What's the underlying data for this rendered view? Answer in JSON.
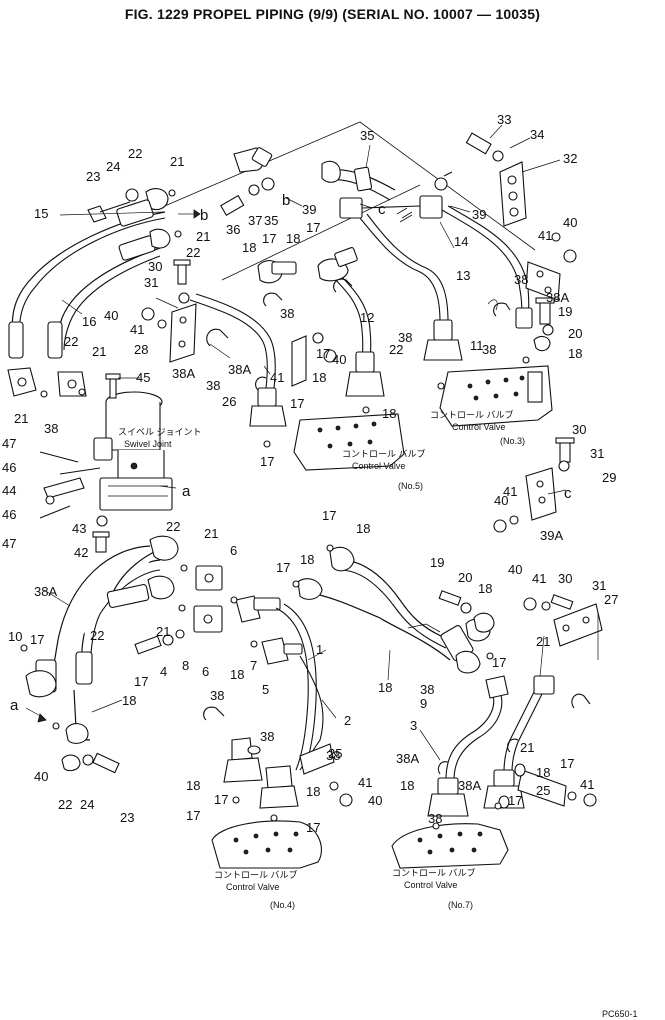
{
  "title": "FIG. 1229  PROPEL PIPING (9/9) (SERIAL NO. 10007 — 10035)",
  "page_code": "PC650-1",
  "labels": [
    {
      "text": "33"
    },
    {
      "text": "34"
    },
    {
      "text": "32"
    },
    {
      "text": "35"
    },
    {
      "text": "22"
    },
    {
      "text": "24"
    },
    {
      "text": "21"
    },
    {
      "text": "23"
    },
    {
      "text": "15"
    },
    {
      "text": "b"
    },
    {
      "text": "21"
    },
    {
      "text": "36"
    },
    {
      "text": "37"
    },
    {
      "text": "35"
    },
    {
      "text": "b"
    },
    {
      "text": "39"
    },
    {
      "text": "c"
    },
    {
      "text": "39"
    },
    {
      "text": "40"
    },
    {
      "text": "41"
    },
    {
      "text": "14"
    },
    {
      "text": "22"
    },
    {
      "text": "18"
    },
    {
      "text": "17"
    },
    {
      "text": "18"
    },
    {
      "text": "17"
    },
    {
      "text": "30"
    },
    {
      "text": "31"
    },
    {
      "text": "38"
    },
    {
      "text": "13"
    },
    {
      "text": "38A"
    },
    {
      "text": "16"
    },
    {
      "text": "40"
    },
    {
      "text": "41"
    },
    {
      "text": "38"
    },
    {
      "text": "19"
    },
    {
      "text": "12"
    },
    {
      "text": "28"
    },
    {
      "text": "38"
    },
    {
      "text": "20"
    },
    {
      "text": "22"
    },
    {
      "text": "21"
    },
    {
      "text": "40"
    },
    {
      "text": "38"
    },
    {
      "text": "18"
    },
    {
      "text": "38A"
    },
    {
      "text": "38"
    },
    {
      "text": "11"
    },
    {
      "text": "38A"
    },
    {
      "text": "41"
    },
    {
      "text": "45"
    },
    {
      "text": "18"
    },
    {
      "text": "17"
    },
    {
      "text": "22"
    },
    {
      "text": "21"
    },
    {
      "text": "38"
    },
    {
      "text": "26"
    },
    {
      "text": "17"
    },
    {
      "text": "18"
    },
    {
      "text": "47"
    },
    {
      "text": "46"
    },
    {
      "text": "17"
    },
    {
      "text": "30"
    },
    {
      "text": "31"
    },
    {
      "text": "29"
    },
    {
      "text": "a"
    },
    {
      "text": "44"
    },
    {
      "text": "46"
    },
    {
      "text": "47"
    },
    {
      "text": "40"
    },
    {
      "text": "41"
    },
    {
      "text": "c"
    },
    {
      "text": "43"
    },
    {
      "text": "39A"
    },
    {
      "text": "42"
    },
    {
      "text": "17"
    },
    {
      "text": "18"
    },
    {
      "text": "22"
    },
    {
      "text": "21"
    },
    {
      "text": "6"
    },
    {
      "text": "17"
    },
    {
      "text": "18"
    },
    {
      "text": "19"
    },
    {
      "text": "20"
    },
    {
      "text": "18"
    },
    {
      "text": "40"
    },
    {
      "text": "41"
    },
    {
      "text": "30"
    },
    {
      "text": "31"
    },
    {
      "text": "27"
    },
    {
      "text": "38A"
    },
    {
      "text": "10"
    },
    {
      "text": "21"
    },
    {
      "text": "17"
    },
    {
      "text": "22"
    },
    {
      "text": "21"
    },
    {
      "text": "4"
    },
    {
      "text": "8"
    },
    {
      "text": "6"
    },
    {
      "text": "17"
    },
    {
      "text": "7"
    },
    {
      "text": "18"
    },
    {
      "text": "17"
    },
    {
      "text": "1"
    },
    {
      "text": "5"
    },
    {
      "text": "18"
    },
    {
      "text": "38"
    },
    {
      "text": "18"
    },
    {
      "text": "9"
    },
    {
      "text": "17"
    },
    {
      "text": "a"
    },
    {
      "text": "2"
    },
    {
      "text": "38"
    },
    {
      "text": "3"
    },
    {
      "text": "38"
    },
    {
      "text": "38A"
    },
    {
      "text": "38"
    },
    {
      "text": "38"
    },
    {
      "text": "25"
    },
    {
      "text": "21"
    },
    {
      "text": "25"
    },
    {
      "text": "41"
    },
    {
      "text": "41"
    },
    {
      "text": "40"
    },
    {
      "text": "22"
    },
    {
      "text": "24"
    },
    {
      "text": "23"
    },
    {
      "text": "18"
    },
    {
      "text": "18"
    },
    {
      "text": "40"
    },
    {
      "text": "18"
    },
    {
      "text": "18"
    },
    {
      "text": "38A"
    },
    {
      "text": "17"
    },
    {
      "text": "17"
    },
    {
      "text": "17"
    },
    {
      "text": "17"
    }
  ],
  "notes": {
    "swivel_jp": "スイベル ジョイント",
    "swivel_en": "Swivel Joint",
    "cv3_jp": "コントロール バルブ",
    "cv3_en": "Control Valve",
    "cv3_no": "(No.3)",
    "cv5_jp": "コントロール バルブ",
    "cv5_en": "Control Valve",
    "cv5_no": "(No.5)",
    "cv4_jp": "コントロール バルブ",
    "cv4_en": "Control Valve",
    "cv4_no": "(No.4)",
    "cv7_jp": "コントロール バルブ",
    "cv7_en": "Control Valve",
    "cv7_no": "(No.7)"
  }
}
